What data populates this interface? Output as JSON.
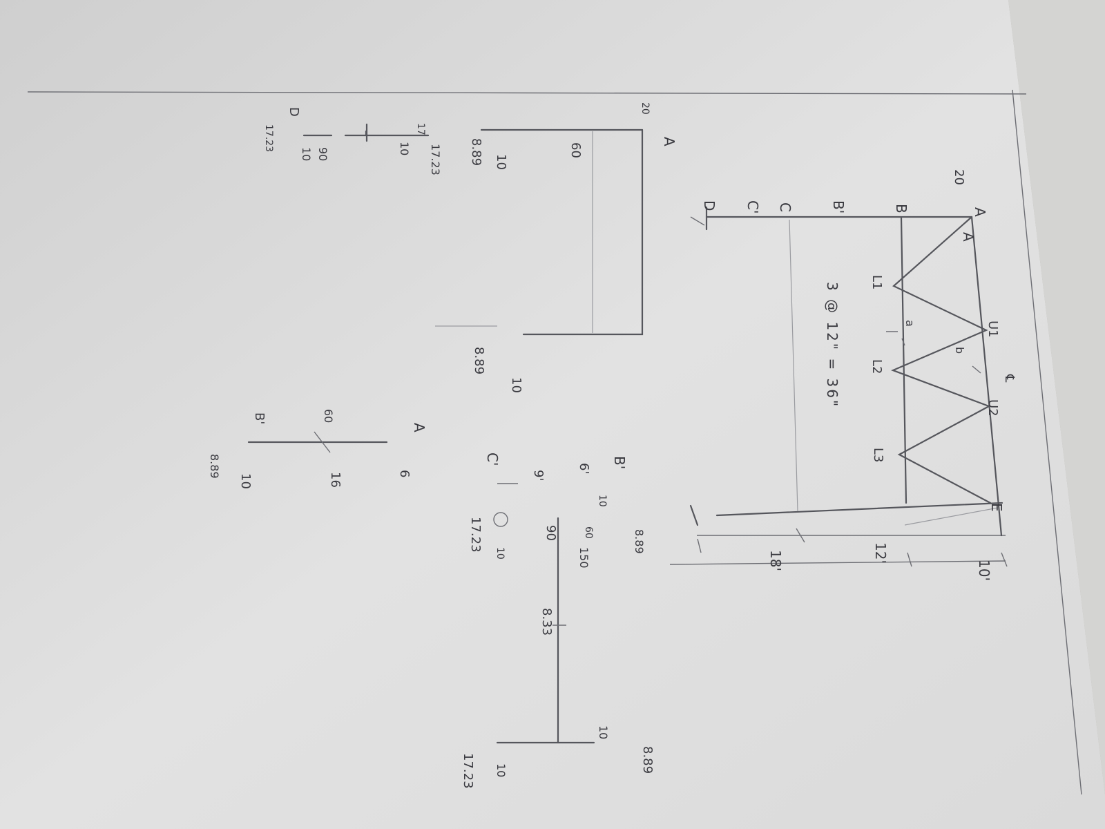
{
  "sheet": {
    "frame_labels": {
      "A_top": "A",
      "A_joint": "A",
      "load_A": "20",
      "B": "B",
      "B_prime": "B'",
      "C": "C",
      "C_prime": "C'",
      "D": "D",
      "E": "E",
      "L1": "L1",
      "L2": "L2",
      "L3": "L3",
      "U1": "U1",
      "U2": "U2",
      "centerline": "℄",
      "a": "a",
      "b": "b",
      "span_note": "3 @ 12\" = 36\"",
      "dim_10": "10'",
      "dim_12": "12'",
      "dim_18": "18'"
    },
    "column_fbd": {
      "load_top": "20",
      "A": "A",
      "m60": "60",
      "h10": "10",
      "v889": "8.89",
      "h10_bottom": "10",
      "v889_bottom": "8.89"
    },
    "small_fbd": {
      "e17": "17",
      "e10": "10",
      "e1723": "17.23",
      "D": "D",
      "d90": "90",
      "d10": "10",
      "d1723": "17.23"
    },
    "member_fbd": {
      "A": "A",
      "a6": "6",
      "m60": "60",
      "f16": "16",
      "B_prime": "B'",
      "b10": "10",
      "b889": "8.89"
    },
    "beam_fbd": {
      "B_prime": "B'",
      "d6": "6'",
      "d9": "9'",
      "C_prime": "C'",
      "f10": "10",
      "v889_left": "8.89",
      "m60": "60",
      "m150": "150",
      "m90": "90",
      "f10b": "10",
      "v1723": "17.23",
      "mid": "8.33",
      "right_889": "8.89",
      "right_10": "10",
      "right_10b": "10",
      "right_1723": "17.23"
    }
  }
}
